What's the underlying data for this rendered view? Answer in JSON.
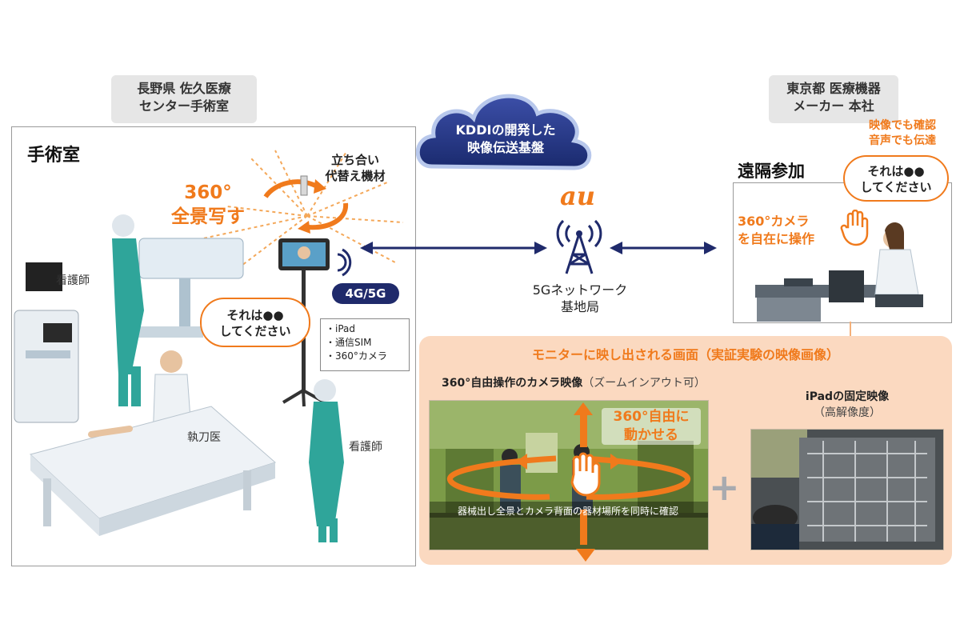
{
  "left_header": [
    "長野県 佐久医療",
    "センター手術室"
  ],
  "right_header": [
    "東京都 医療機器",
    "メーカー 本社"
  ],
  "cloud": [
    "KDDIの開発した",
    "映像伝送基盤"
  ],
  "room_title": "手術室",
  "pano_label": [
    "360°",
    "全景写す"
  ],
  "equipment_label": [
    "立ち合い",
    "代替え機材"
  ],
  "network_badge": "4G/5G",
  "device_list": [
    "・iPad",
    "・通信SIM",
    "・360°カメラ"
  ],
  "room_bubble": [
    "それは●●",
    "してください"
  ],
  "staff": {
    "nurse_left": "看護師",
    "surgeon": "執刀医",
    "nurse_right": "看護師"
  },
  "au_logo": "au",
  "base_station": [
    "5Gネットワーク",
    "基地局"
  ],
  "remote_title": "遠隔参加",
  "remote_note": [
    "映像でも確認",
    "音声でも伝達"
  ],
  "remote_bubble": [
    "それは●●",
    "してください"
  ],
  "remote_control": [
    "360°カメラ",
    "を自在に操作"
  ],
  "monitor": {
    "title": "モニターに映し出される画面（実証実験の映像画像）",
    "cam_caption_bold": "360°自由操作のカメラ映像",
    "cam_caption_paren": "（ズームインアウト可）",
    "cam_overlay": [
      "360°自由に",
      "動かせる"
    ],
    "cam_subtitle": "器械出し全景とカメラ背面の器材場所を同時に確認",
    "ipad_caption": "iPadの固定映像",
    "ipad_sub": "（高解像度）",
    "plus": "+"
  },
  "colors": {
    "accent": "#f07a1c",
    "navy": "#1f2a6b",
    "teal": "#2fa59a",
    "panel": "#fbd9c0"
  }
}
